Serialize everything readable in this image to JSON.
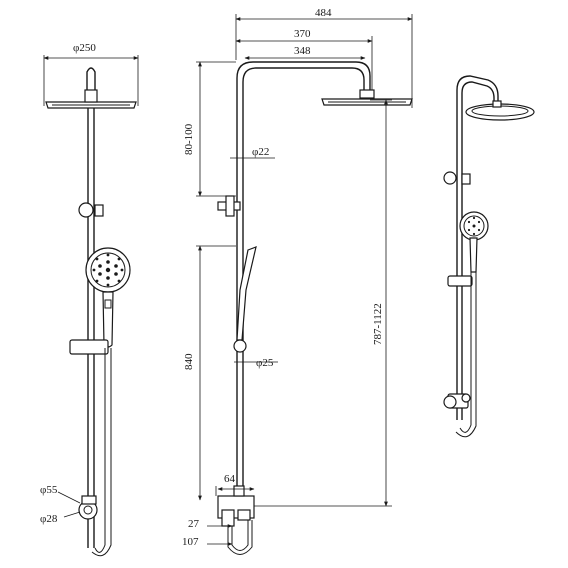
{
  "dimensions": {
    "overall_width": "484",
    "arm_length": "370",
    "arm_inner": "348",
    "rain_head_diameter": "φ250",
    "height_adjust": "80-100",
    "pipe_upper_diameter": "φ22",
    "pipe_lower_diameter": "φ25",
    "height_840": "840",
    "total_height_range": "787-1122",
    "valve_width": "64",
    "offset_27": "27",
    "offset_107": "107",
    "handle_diameter": "φ55",
    "outlet_diameter": "φ28"
  },
  "views": [
    "front-view",
    "side-view",
    "perspective-view"
  ]
}
